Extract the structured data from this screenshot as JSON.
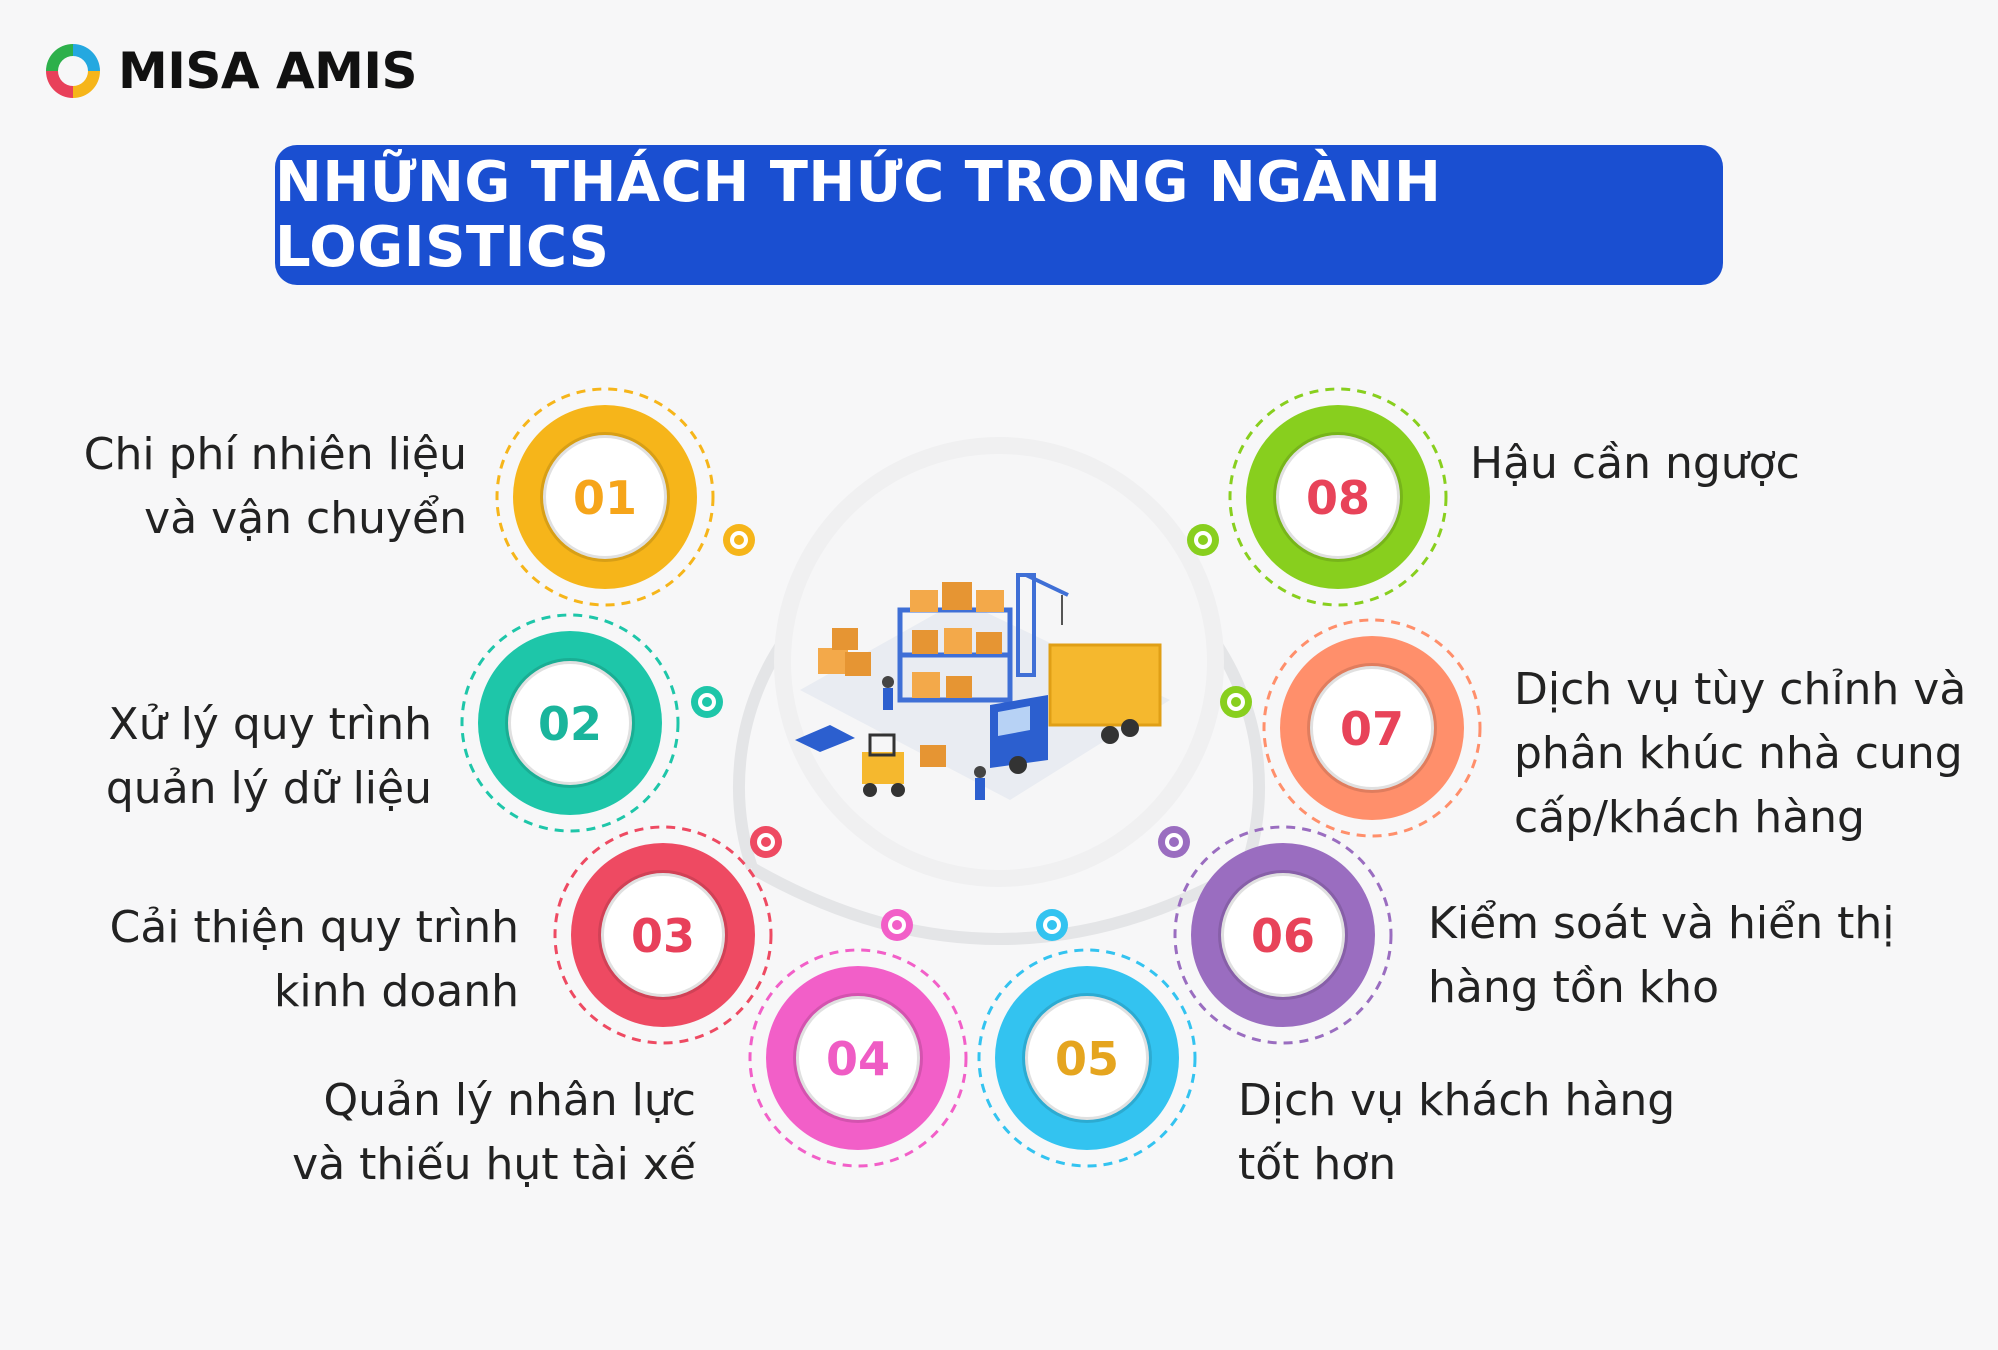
{
  "brand": {
    "name": "MISA AMIS"
  },
  "title": "NHỮNG THÁCH THỨC TRONG NGÀNH LOGISTICS",
  "items": [
    {
      "num": "01",
      "label": "Chi phí nhiên liệu\nvà vận chuyển",
      "color": "#f6b51a",
      "text_color": "#f6a51a"
    },
    {
      "num": "02",
      "label": "Xử lý quy trình\nquản lý dữ liệu",
      "color": "#1ec6a9",
      "text_color": "#1ab59c"
    },
    {
      "num": "03",
      "label": "Cải thiện quy trình\nkinh doanh",
      "color": "#ee4a62",
      "text_color": "#e8405a"
    },
    {
      "num": "04",
      "label": "Quản lý nhân lực\nvà thiếu hụt tài xế",
      "color": "#f25fc8",
      "text_color": "#ef5cc4"
    },
    {
      "num": "05",
      "label": "Dịch vụ khách hàng\ntốt hơn",
      "color": "#33c3f0",
      "text_color": "#e5a51f"
    },
    {
      "num": "06",
      "label": "Kiểm soát và hiển thị\nhàng tồn kho",
      "color": "#9a6dc0",
      "text_color": "#e84359"
    },
    {
      "num": "07",
      "label": "Dịch vụ tùy chỉnh và\nphân khúc nhà cung\ncấp/khách hàng",
      "color": "#ff8f6b",
      "text_color": "#e84359"
    },
    {
      "num": "08",
      "label": "Hậu cần ngược",
      "color": "#88cf1e",
      "text_color": "#e84359"
    }
  ]
}
